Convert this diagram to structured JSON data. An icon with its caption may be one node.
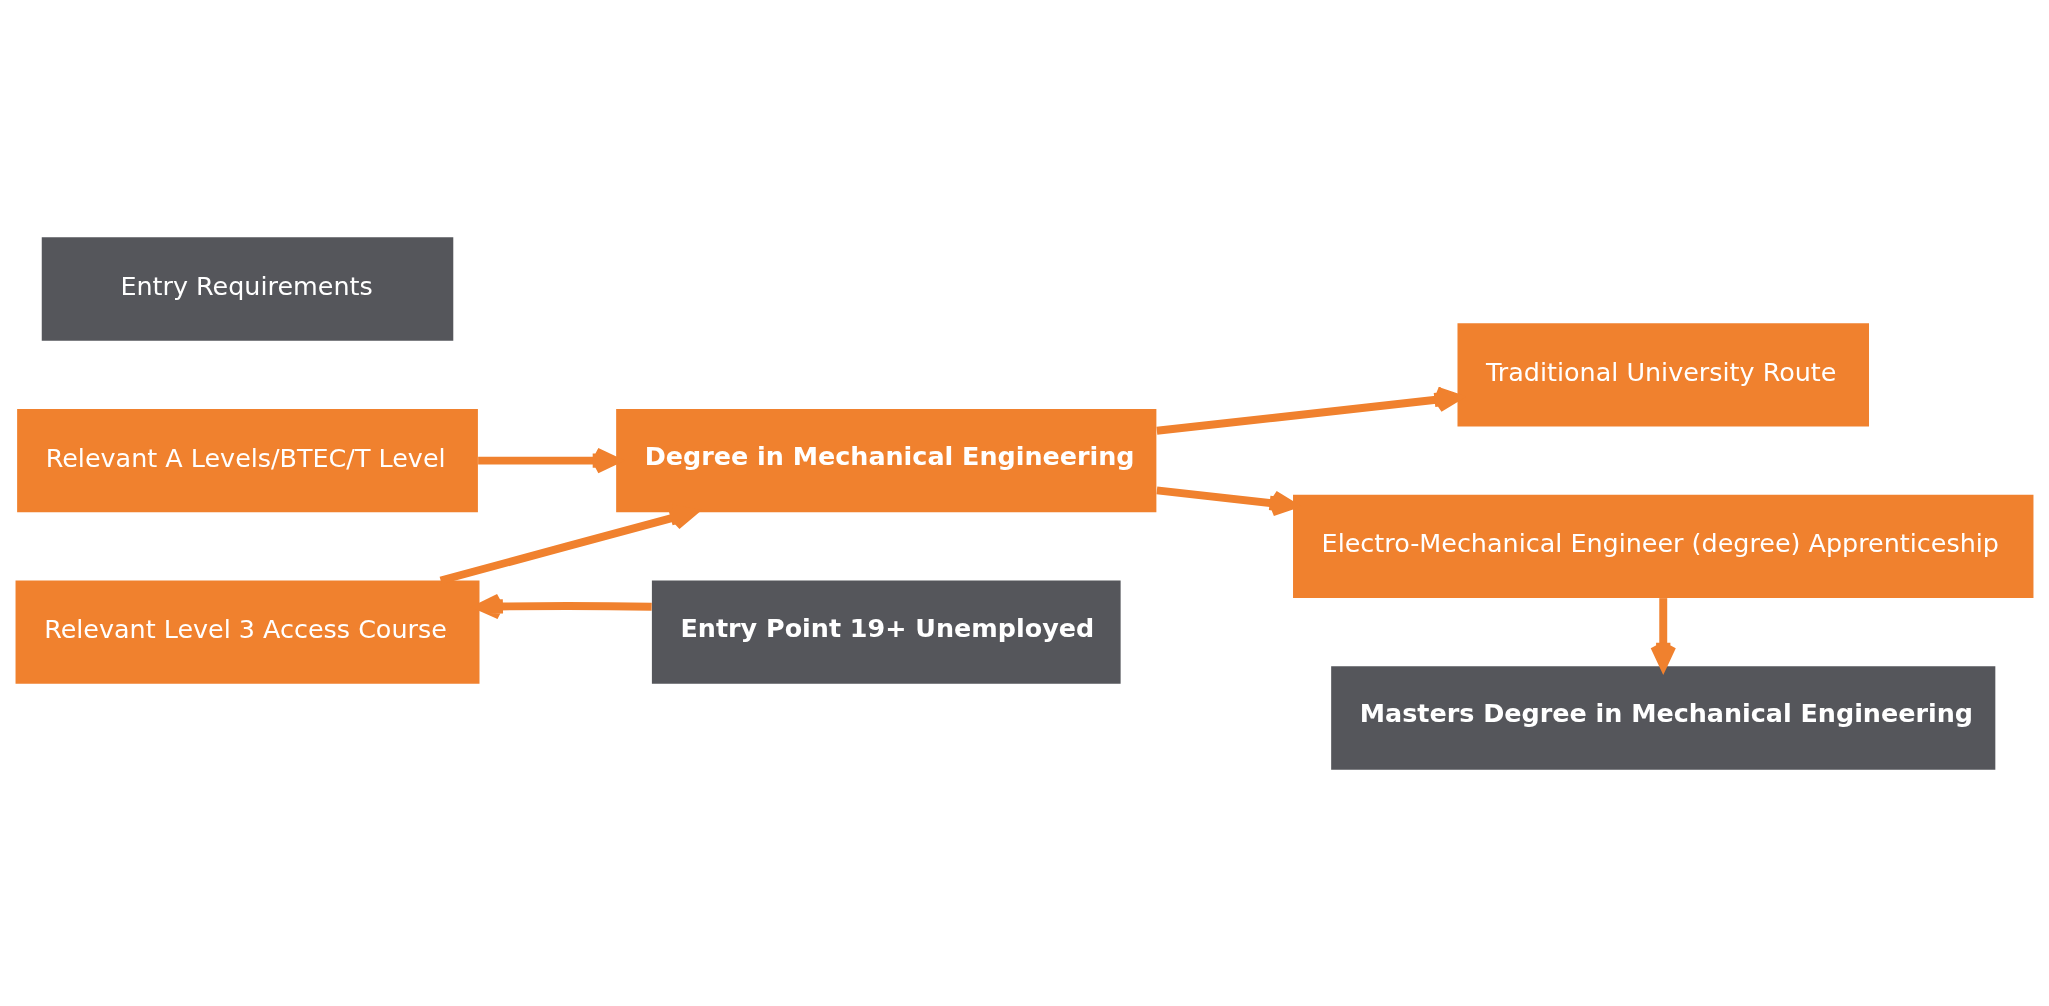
{
  "diagram": {
    "nodes": [
      {
        "text": [
          "Entry Requirements"
        ]
      },
      {
        "text": [
          "Relevant A Levels/BTEC/T Level"
        ]
      },
      {
        "text": [
          "Relevant Level 3 Access Course"
        ]
      },
      {
        "text": [
          "Degree in Mechanical Engineering"
        ]
      },
      {
        "text": [
          "Traditional University Route"
        ]
      },
      {
        "text": [
          "Electro-Mechanical Engineer (degree) Apprenticeship"
        ]
      },
      {
        "text": [
          "Entry Point 19+ Unemployed"
        ]
      },
      {
        "text": [
          "Masters Degree in Mechanical Engineering"
        ]
      }
    ],
    "edges": [
      {
        "from": 1,
        "to": 3,
        "arrow": "to"
      },
      {
        "from": 2,
        "to": 3,
        "arrow": "to"
      },
      {
        "from": 3,
        "to": 4,
        "arrow": "to"
      },
      {
        "from": 3,
        "to": 5,
        "arrow": "to"
      },
      {
        "from": 6,
        "to": 2,
        "arrow": "to"
      },
      {
        "from": 5,
        "to": 7,
        "arrow": "to"
      }
    ]
  }
}
